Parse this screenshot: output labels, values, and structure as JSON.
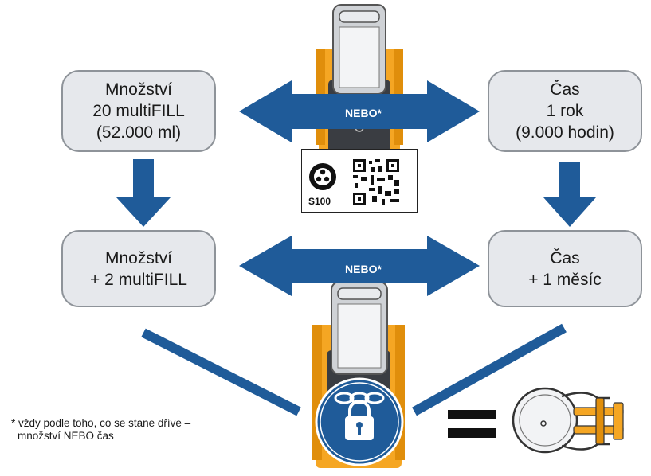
{
  "boxes": {
    "top_left": {
      "line1": "Množství",
      "line2": "20 multiFILL",
      "line3": "(52.000 ml)"
    },
    "top_right": {
      "line1": "Čas",
      "line2": "1 rok",
      "line3": "(9.000 hodin)"
    },
    "bottom_left": {
      "line1": "Množství",
      "line2": "+ 2 multiFILL"
    },
    "bottom_right": {
      "line1": "Čas",
      "line2": "+ 1 měsíc"
    }
  },
  "arrows": {
    "top_label": "NEBO*",
    "bottom_label": "NEBO*"
  },
  "label_card": {
    "code": "S100"
  },
  "footnote": {
    "line1": "* vždy podle toho, co se stane dříve –",
    "line2": "množství NEBO čas"
  },
  "colors": {
    "arrow_blue": "#1f5b99",
    "box_fill": "#e6e8ec",
    "box_border": "#8e9399",
    "device_orange": "#f5a623",
    "device_dark": "#3a3d42"
  },
  "icons": [
    "lubricator-device-icon",
    "qr-code-icon",
    "chain-lock-icon",
    "equals-icon",
    "pump-element-icon"
  ]
}
